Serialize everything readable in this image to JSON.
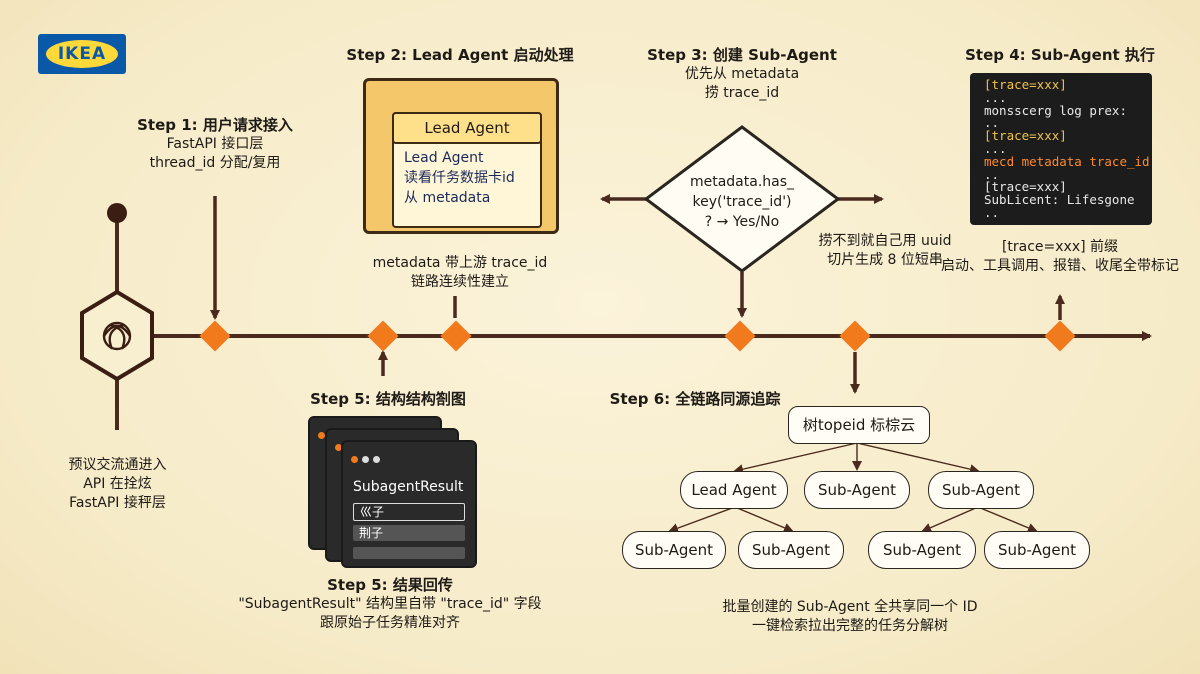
{
  "logo": {
    "text": "IKEA"
  },
  "step1": {
    "lines": [
      "Step 1: 用户请求接入",
      "FastAPI 接口层",
      "thread_id 分配/复用"
    ]
  },
  "step2": {
    "title": "Step 2: Lead Agent 启动处理",
    "folder_label": "Lead Agent",
    "folder_lines": [
      "Lead Agent",
      "读看仟务数据卡id",
      "从 metadata"
    ],
    "caption": [
      "metadata 带上游 trace_id",
      "链路连续性建立"
    ]
  },
  "step3": {
    "title": [
      "Step 3: 创建 Sub-Agent",
      "优先从 metadata",
      "捞 trace_id"
    ],
    "decision": [
      "metadata.has_",
      "key('trace_id')",
      "? → Yes/No"
    ],
    "fallback": [
      "捞不到就自己用 uuid",
      "切片生成 8 位短串"
    ]
  },
  "step4": {
    "title": "Step 4: Sub-Agent 执行",
    "terminal_lines": [
      "[trace=xxx]",
      "...",
      "monsscerg log prex:",
      "..",
      "[trace=xxx]",
      "...",
      "mecd metadata trace_id",
      "..",
      "[trace=xxx]",
      "SubLicent: Lifesgone",
      ".."
    ],
    "caption": [
      "[trace=xxx] 前缀",
      "启动、工具调用、报错、收尾全带标记"
    ]
  },
  "left_caption": [
    "预议交流通进入",
    "API 在拴炫",
    "FastAPI 接秤层"
  ],
  "step5_struct": {
    "title": "Step 5: 结构结构劄图",
    "window_title": "SubagentResult",
    "field1": "巛子",
    "field2": "荆子"
  },
  "step5_return": {
    "lines": [
      "Step 5: 结果回传",
      "\"SubagentResult\" 结构里自带 \"trace_id\" 字段",
      "跟原始子任务精准对齐"
    ]
  },
  "step6": {
    "title": "Step 6: 全链路同源追踪",
    "root": "树topeid 标棕云",
    "level1": [
      "Lead Agent",
      "Sub-Agent",
      "Sub-Agent"
    ],
    "level2": [
      "Sub-Agent",
      "Sub-Agent",
      "Sub-Agent",
      "Sub-Agent"
    ],
    "caption": [
      "批量创建的 Sub-Agent 全共享同一个 ID",
      "一键检索拉出完整的任务分解树"
    ]
  },
  "colors": {
    "accent": "#f07a1c",
    "line": "#4a2a1c",
    "background": "#f8eed0"
  }
}
